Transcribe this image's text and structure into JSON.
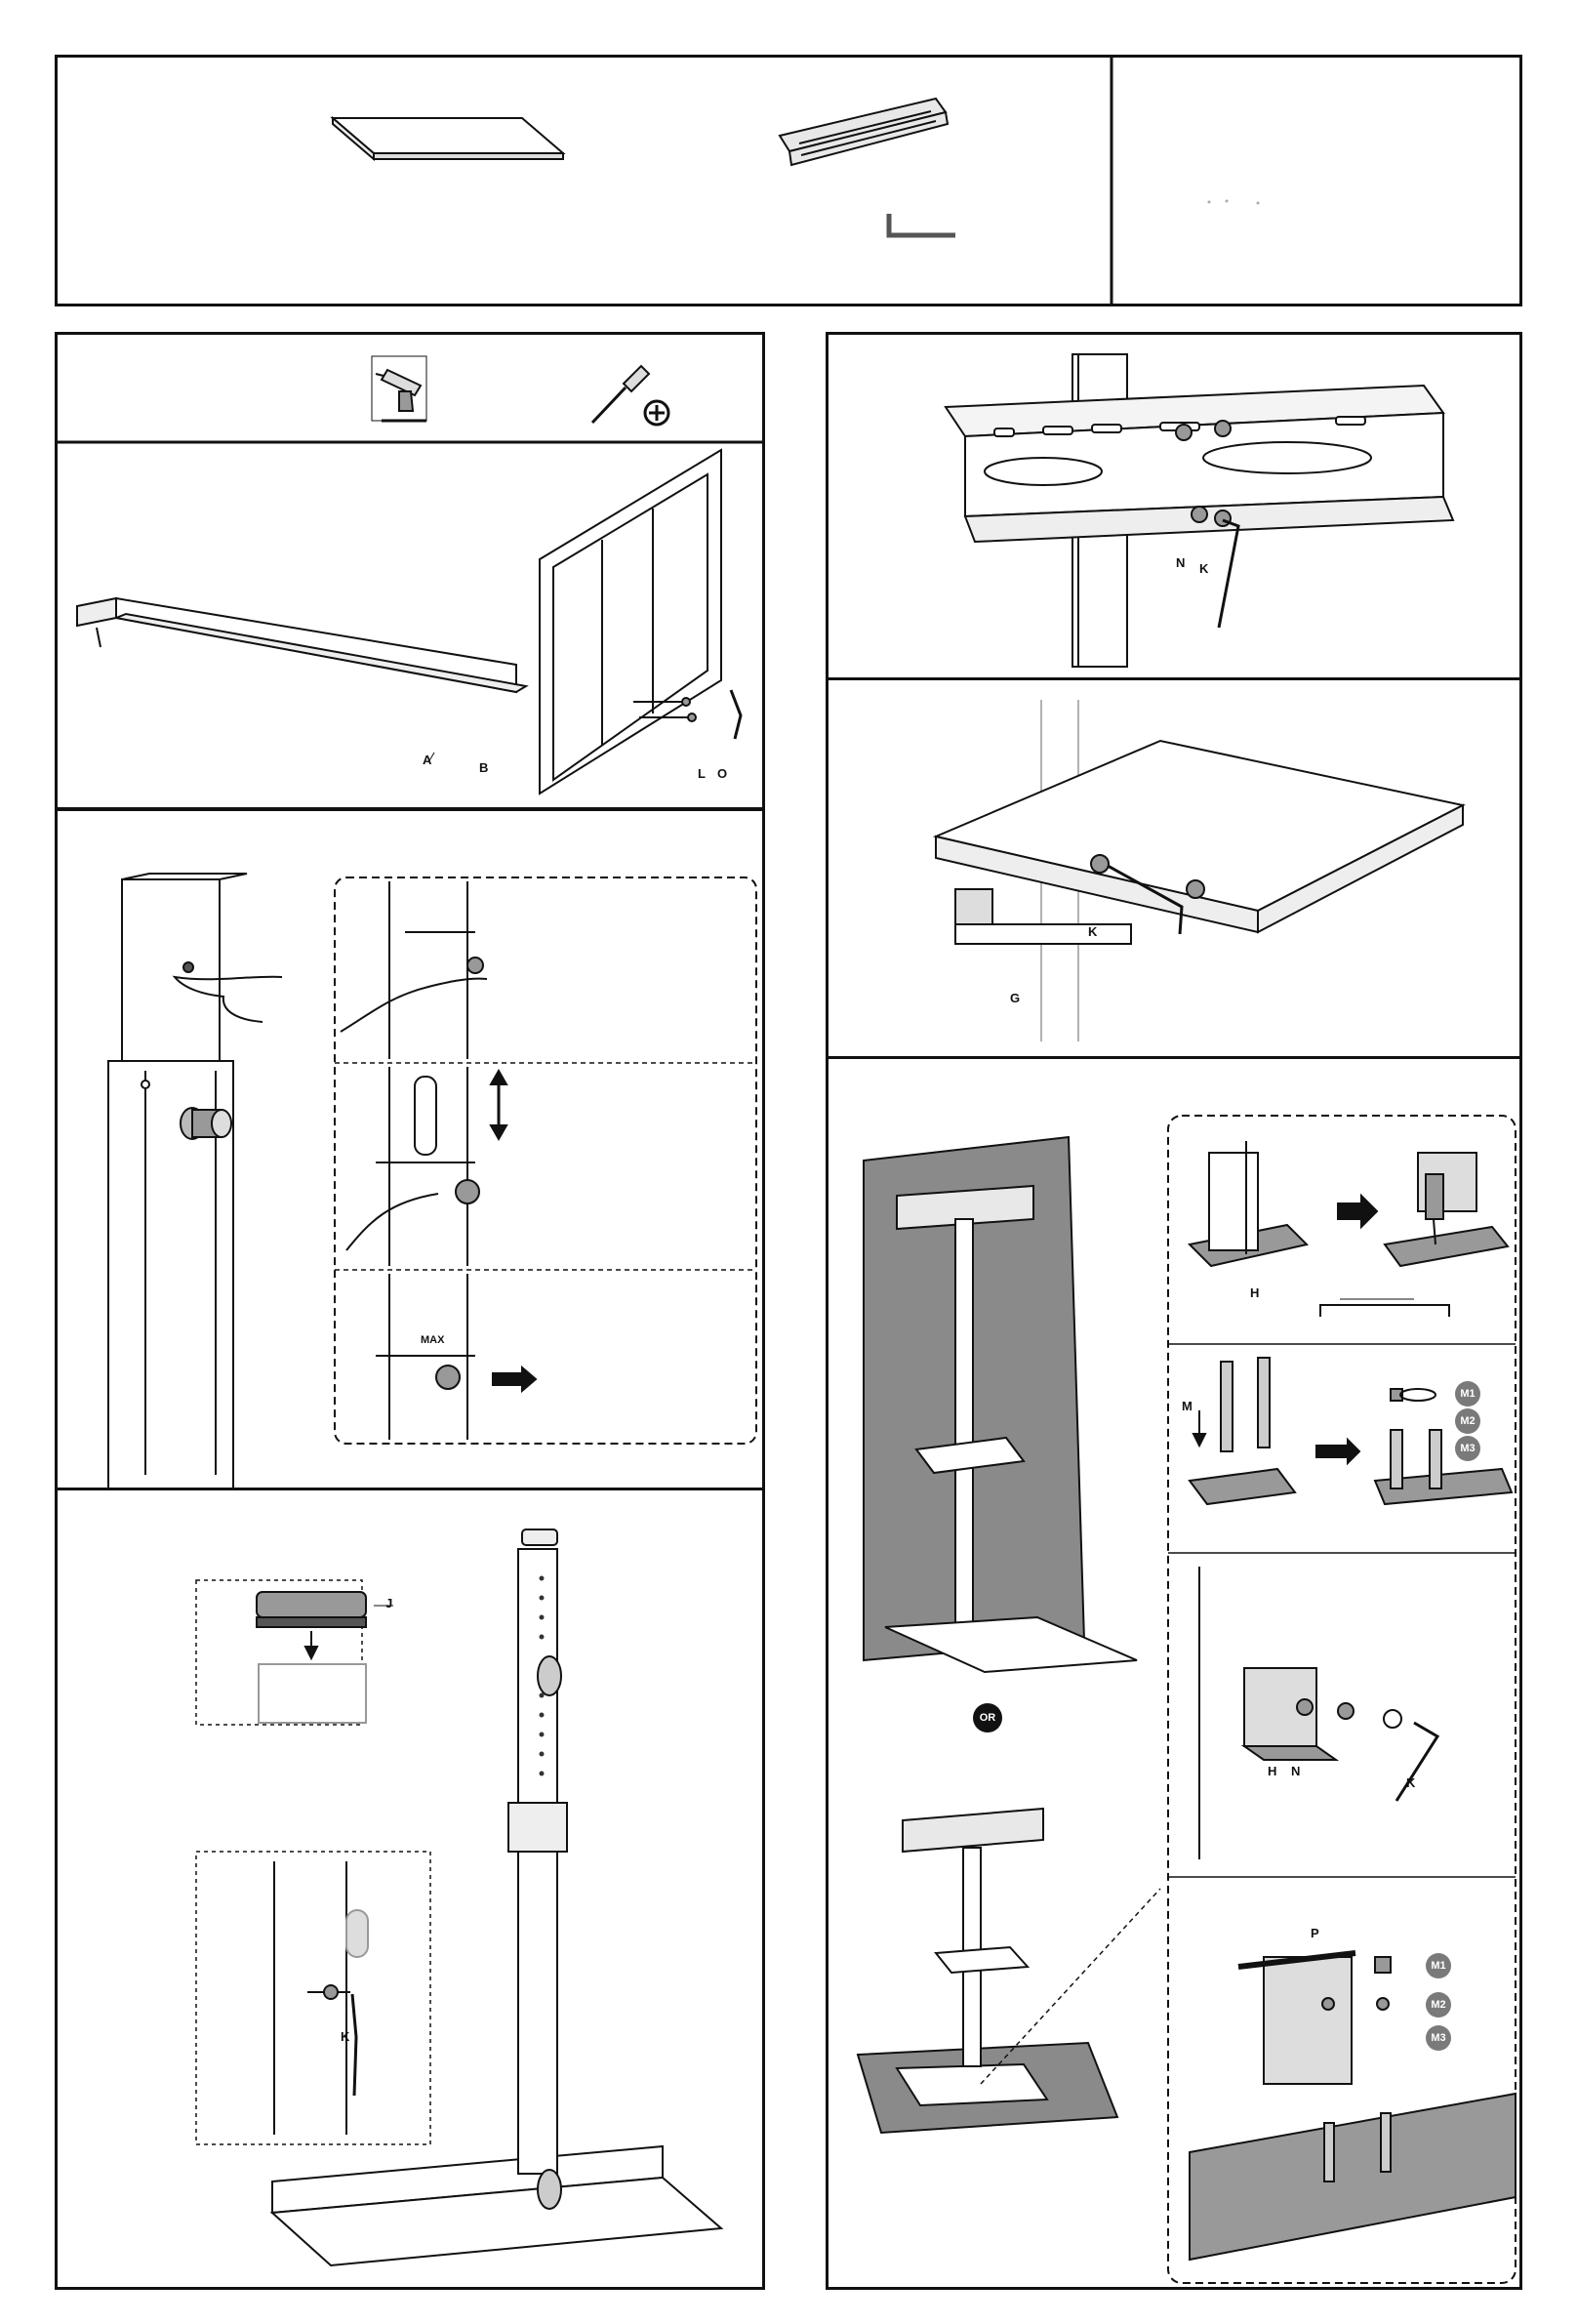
{
  "labels": {
    "a": "A",
    "b": "B",
    "l": "L",
    "o": "O",
    "n": "N",
    "k": "K",
    "g": "G",
    "j": "J",
    "h": "H",
    "m": "M",
    "p": "P",
    "max": "MAX",
    "or": "OR",
    "m1": "M1",
    "m2": "M2",
    "m3": "M3"
  },
  "colors": {
    "line": "#111111",
    "gray": "#7a7a7a",
    "wall": "#8a8a8a"
  },
  "icons": [
    "drill-icon",
    "screwdriver-icon",
    "phillips-icon"
  ]
}
